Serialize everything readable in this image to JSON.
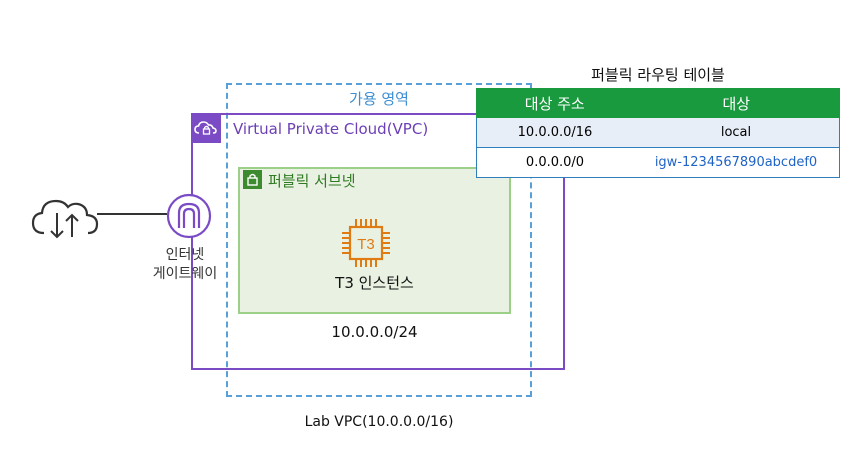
{
  "availability_zone": {
    "label": "가용 영역"
  },
  "vpc": {
    "title": "Virtual Private Cloud(VPC)",
    "caption": "Lab VPC(10.0.0.0/16)"
  },
  "subnet": {
    "title": "퍼블릭 서브넷",
    "cidr": "10.0.0.0/24"
  },
  "instance": {
    "chip_label": "T3",
    "label": "T3 인스턴스"
  },
  "internet_gateway": {
    "label_line1": "인터넷",
    "label_line2": "게이트웨이"
  },
  "route_table": {
    "title": "퍼블릭 라우팅 테이블",
    "headers": [
      "대상 주소",
      "대상"
    ],
    "rows": [
      {
        "destination": "10.0.0.0/16",
        "target": "local"
      },
      {
        "destination": "0.0.0.0/0",
        "target": "igw-1234567890abcdef0"
      }
    ]
  },
  "colors": {
    "az_border": "#5aa0d8",
    "vpc_border": "#7a4bc4",
    "subnet_fill": "#e9f2e2",
    "subnet_border": "#9ccf88",
    "instance_orange": "#e07b14",
    "table_header": "#1a9a3e",
    "link_blue": "#1f63c6"
  },
  "icons": [
    "internet-cloud-icon",
    "internet-gateway-icon",
    "vpc-cloud-lock-icon",
    "subnet-lock-icon",
    "ec2-chip-icon"
  ]
}
